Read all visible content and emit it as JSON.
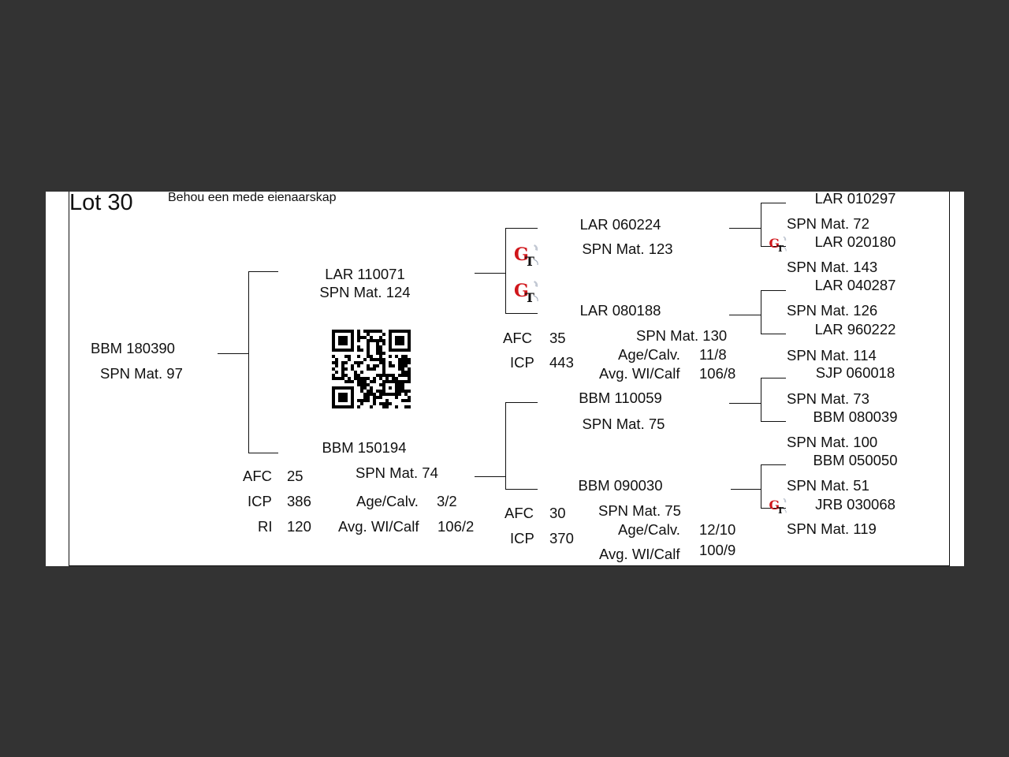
{
  "header": {
    "lot": "Lot 30",
    "note": "Behou een mede eienaarskap"
  },
  "animal": {
    "id": "BBM 180390",
    "mat": "SPN Mat. 97",
    "stats": [
      {
        "label": "AFC",
        "value": "25"
      },
      {
        "label": "ICP",
        "value": "386"
      },
      {
        "label": "RI",
        "value": "120"
      }
    ]
  },
  "sire": {
    "id": "LAR 110071",
    "mat": "SPN Mat. 124"
  },
  "dam": {
    "id": "BBM 150194",
    "mat": "SPN Mat. 74",
    "age_label": "Age/Calv.",
    "age_value": "3/2",
    "wi_label": "Avg. WI/Calf",
    "wi_value": "106/2"
  },
  "sire_sire": {
    "id": "LAR 060224",
    "mat": "SPN Mat. 123"
  },
  "sire_dam": {
    "id": "LAR 080188",
    "mat": "SPN Mat. 130",
    "age_label": "Age/Calv.",
    "age_value": "11/8",
    "wi_label": "Avg. WI/Calf",
    "wi_value": "106/8",
    "stats": [
      {
        "label": "AFC",
        "value": "35"
      },
      {
        "label": "ICP",
        "value": "443"
      }
    ]
  },
  "dam_sire": {
    "id": "BBM 110059",
    "mat": "SPN Mat. 75"
  },
  "dam_dam": {
    "id": "BBM 090030",
    "mat": "SPN Mat. 75",
    "age_label": "Age/Calv.",
    "age_value": "12/10",
    "wi_label": "Avg. WI/Calf",
    "wi_value": "100/9",
    "stats": [
      {
        "label": "AFC",
        "value": "30"
      },
      {
        "label": "ICP",
        "value": "370"
      }
    ]
  },
  "gen3": [
    {
      "id": "LAR 010297",
      "mat": "SPN Mat. 72"
    },
    {
      "id": "LAR 020180",
      "mat": "SPN Mat. 143"
    },
    {
      "id": "LAR 040287",
      "mat": "SPN Mat. 126"
    },
    {
      "id": "LAR 960222",
      "mat": "SPN Mat. 114"
    },
    {
      "id": "SJP 060018",
      "mat": "SPN Mat. 73"
    },
    {
      "id": "BBM 080039",
      "mat": "SPN Mat. 100"
    },
    {
      "id": "BBM 050050",
      "mat": "SPN Mat. 51"
    },
    {
      "id": "JRB 030068",
      "mat": "SPN Mat. 119"
    }
  ],
  "logo": {
    "text": "GT",
    "accent": "#d0161b"
  }
}
